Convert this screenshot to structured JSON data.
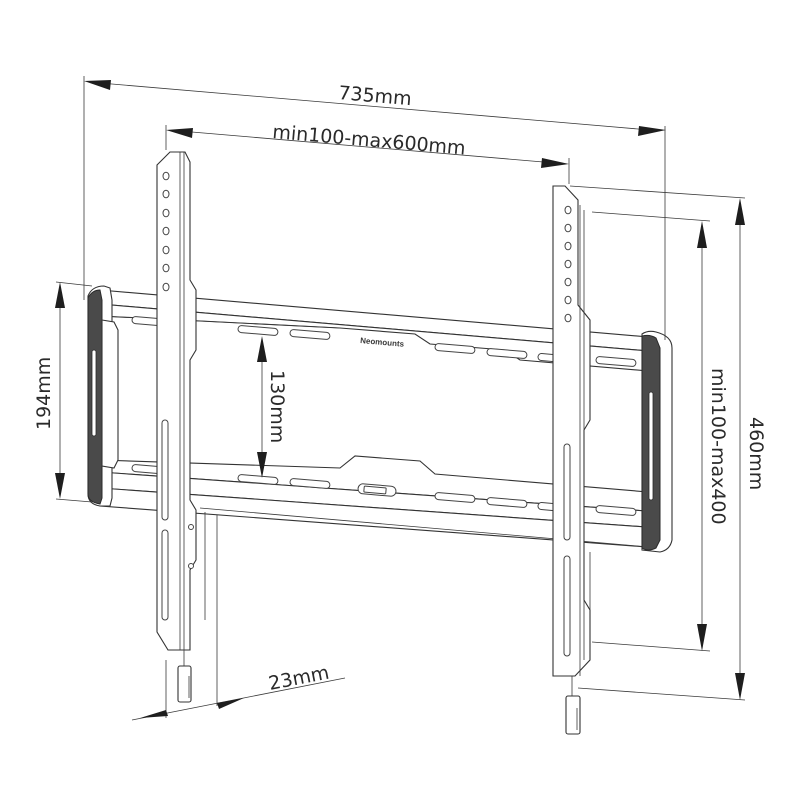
{
  "diagram": {
    "subject": "Fixed TV wall mount - technical dimension drawing",
    "brand_label": "Neomounts",
    "colors": {
      "line": "#3a3a3a",
      "pad": "#4a4a4a",
      "background": "#ffffff",
      "text": "#2a2a2a"
    },
    "dimensions": {
      "overall_width": "735mm",
      "vesa_horizontal": "min100-max600mm",
      "wall_plate_height": "194mm",
      "rail_spacing": "130mm",
      "vesa_vertical": "min100-max400",
      "overall_height": "460mm",
      "wall_distance": "23mm"
    },
    "components": [
      {
        "name": "wall-plate",
        "description": "Horizontal wall plate with two rails and slots"
      },
      {
        "name": "left-tv-bracket",
        "description": "Vertical arm with 7 mounting holes"
      },
      {
        "name": "right-tv-bracket",
        "description": "Vertical arm with 7 mounting holes"
      },
      {
        "name": "left-end-cap",
        "description": "Rubber end pad"
      },
      {
        "name": "right-end-cap",
        "description": "Rubber end pad"
      },
      {
        "name": "left-pull-cord",
        "description": "Safety release cord with tab"
      },
      {
        "name": "right-pull-cord",
        "description": "Safety release cord with tab"
      }
    ]
  }
}
